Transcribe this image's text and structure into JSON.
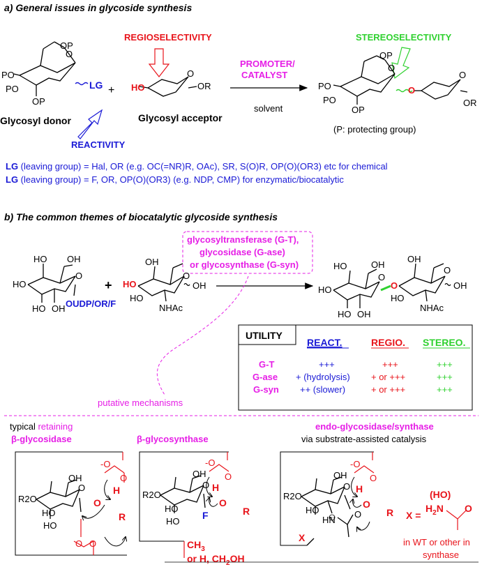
{
  "colors": {
    "red": "#e8141b",
    "magenta": "#e61ee6",
    "blue": "#1a1ad6",
    "green": "#2fd12f",
    "black": "#000000"
  },
  "section_a": {
    "title": "a) General issues in glycoside synthesis",
    "regioselectivity": "REGIOSELECTIVITY",
    "stereoselectivity": "STEREOSELECTIVITY",
    "promoter_line1": "PROMOTER/",
    "promoter_line2": "CATALYST",
    "solvent": "solvent",
    "plus": "+",
    "donor_label": "Glycosyl donor",
    "acceptor_label": "Glycosyl acceptor",
    "reactivity": "REACTIVITY",
    "protecting_note": "(P: protecting group)",
    "lg_line_chemical_prefix": "LG",
    "lg_line_chemical_text": " (leaving group) = Hal, OR (e.g. OC(=NR)R, OAc), SR, S(O)R, OP(O)(OR3) etc for chemical",
    "lg_line_enzymatic_prefix": "LG",
    "lg_line_enzymatic_text": " (leaving group) = F, OR, OP(O)(OR3) (e.g. NDP, CMP)  for enzymatic/biocatalytic"
  },
  "section_b": {
    "title": "b) The common themes of biocatalytic glycoside synthesis",
    "enzyme_line1": "glycosyltransferase (G-T),",
    "enzyme_line2": "glycosidase (G-ase)",
    "enzyme_line3": "or glycosynthase (G-syn)",
    "donor_leaving": "OUDP/OR/F",
    "nhac": "NHAc",
    "putative": "putative mechanisms"
  },
  "utility_table": {
    "header": "UTILITY",
    "columns": [
      "REACT.",
      "REGIO.",
      "STEREO."
    ],
    "rows": [
      {
        "name": "G-T",
        "react": "+++",
        "regio": "+++",
        "stereo": "+++"
      },
      {
        "name": "G-ase",
        "react": "+ (hydrolysis)",
        "regio": "+ or +++",
        "stereo": "+++"
      },
      {
        "name": "G-syn",
        "react": "++ (slower)",
        "regio": "+ or +++",
        "stereo": "+++"
      }
    ]
  },
  "mechanisms": {
    "m1_line1_black": "typical ",
    "m1_line1_magenta": "retaining",
    "m1_line2": "β-glycosidase",
    "m2_title": "β-glycosynthase",
    "m2_fluoro": "F",
    "m2_ch3": "CH3",
    "m2_alt": "or H, CH2OH",
    "m3_line1": "endo-glycosidase/synthase",
    "m3_line2": "via substrate-assisted catalysis",
    "m3_x_eq": "X =",
    "m3_ho": "(HO)",
    "m3_h2n": "H2N",
    "m3_o": "O",
    "m3_wt_line1": "in WT or other in",
    "m3_wt_line2": "synthase",
    "x_label": "X",
    "r2o": "R2O"
  }
}
